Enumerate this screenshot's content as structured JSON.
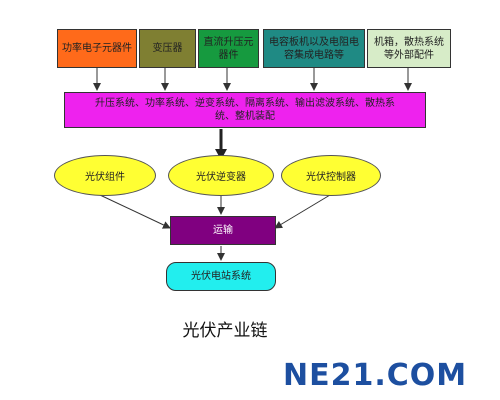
{
  "nodes": {
    "top": [
      {
        "text": "功率电子元器件",
        "fill": "#ff6a1a"
      },
      {
        "text": "变压器",
        "fill": "#7f7f32"
      },
      {
        "text": "直流升压元器件",
        "fill": "#169a3f"
      },
      {
        "text": "电容板机以及电阻电容集成电路等",
        "fill": "#1f8a84"
      },
      {
        "text": "机箱，散热系统等外部配件",
        "fill": "#d7ecc8"
      }
    ],
    "middle": {
      "text": "升压系统、功率系统、逆变系统、隔离系统、输出滤波系统、散热系统、整机装配",
      "fill": "#ee22ee"
    },
    "ellipses": [
      {
        "text": "光伏组件",
        "fill": "#ffff33"
      },
      {
        "text": "光伏逆变器",
        "fill": "#ffff33"
      },
      {
        "text": "光伏控制器",
        "fill": "#ffff33"
      }
    ],
    "transport": {
      "text": "运输",
      "fill": "#800080"
    },
    "station": {
      "text": "光伏电站系统",
      "fill": "#22eeee"
    }
  },
  "caption": "光伏产业链",
  "logo": {
    "text": "NE21.COM",
    "color": "#1d4fa0",
    "accent": "#4bb0e6"
  }
}
